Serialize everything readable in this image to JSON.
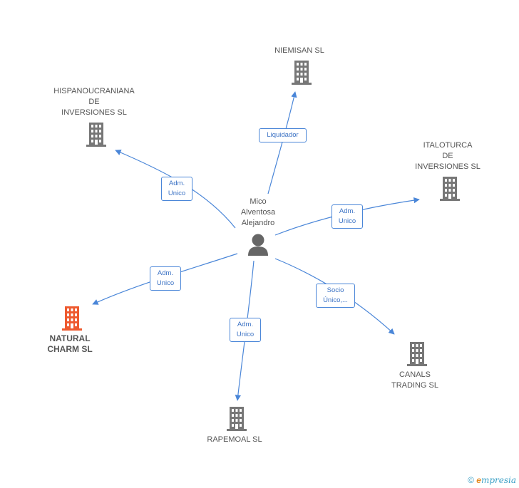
{
  "center": {
    "name": "Mico\nAlventosa\nAlejandro",
    "icon": "person-icon"
  },
  "companies": [
    {
      "id": "niemisan",
      "name": "NIEMISAN SL",
      "icon": "building-icon",
      "highlight": false
    },
    {
      "id": "hispano",
      "name": "HISPANOUCRANIANA\nDE\nINVERSIONES SL",
      "icon": "building-icon",
      "highlight": false
    },
    {
      "id": "italoturca",
      "name": "ITALOTURCA\nDE\nINVERSIONES SL",
      "icon": "building-icon",
      "highlight": false
    },
    {
      "id": "natural",
      "name": "NATURAL\nCHARM SL",
      "icon": "building-icon",
      "highlight": true
    },
    {
      "id": "canals",
      "name": "CANALS\nTRADING SL",
      "icon": "building-icon",
      "highlight": false
    },
    {
      "id": "rapemoal",
      "name": "RAPEMOAL SL",
      "icon": "building-icon",
      "highlight": false
    }
  ],
  "relations": [
    {
      "to": "niemisan",
      "label": "Liquidador"
    },
    {
      "to": "hispano",
      "label": "Adm.\nUnico"
    },
    {
      "to": "italoturca",
      "label": "Adm.\nUnico"
    },
    {
      "to": "natural",
      "label": "Adm.\nUnico"
    },
    {
      "to": "canals",
      "label": "Socio\nÚnico,..."
    },
    {
      "to": "rapemoal",
      "label": "Adm.\nUnico"
    }
  ],
  "colors": {
    "edge": "#4a86d8",
    "building": "#777777",
    "highlight": "#ee5a2f",
    "person": "#666666"
  },
  "footer": {
    "copyright": "©",
    "brand_e": "e",
    "brand_rest": "mpresia"
  }
}
